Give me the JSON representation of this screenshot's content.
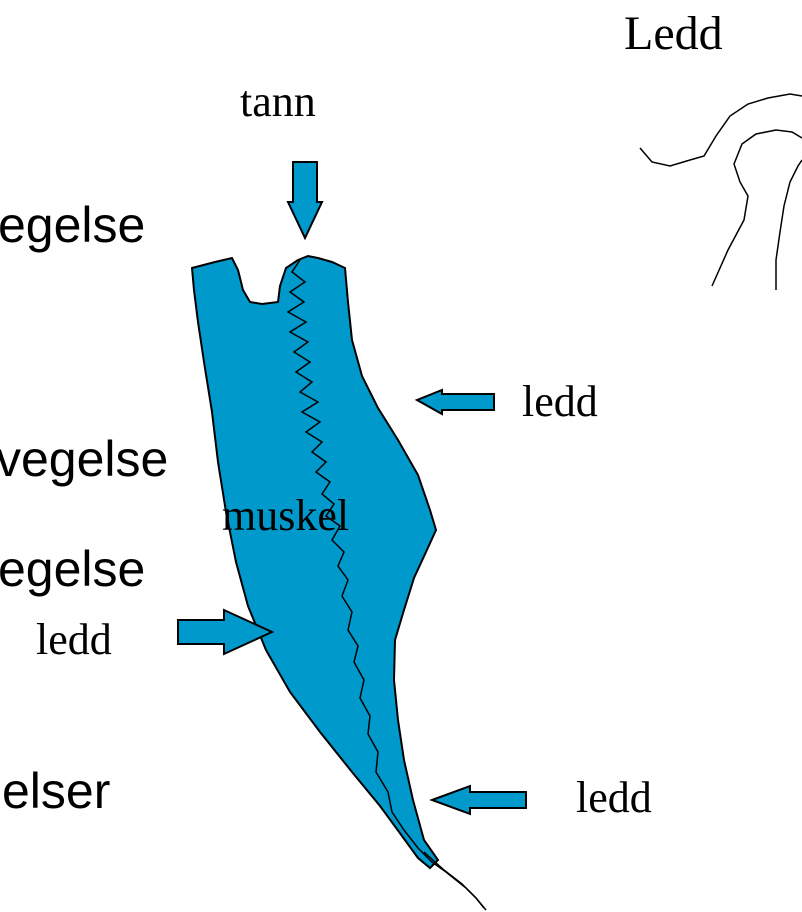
{
  "colors": {
    "diagram_fill": "#0099cc",
    "stroke": "#000000",
    "background": "#ffffff"
  },
  "left_text": {
    "line1": "egelse",
    "line2": "vegelse",
    "line3": "egelse",
    "line4": "elser"
  },
  "labels": {
    "top_right_title": "Ledd",
    "tooth": "tann",
    "muscle": "muskel",
    "joint_upper_right": "ledd",
    "joint_left": "ledd",
    "joint_lower_right": "ledd"
  }
}
